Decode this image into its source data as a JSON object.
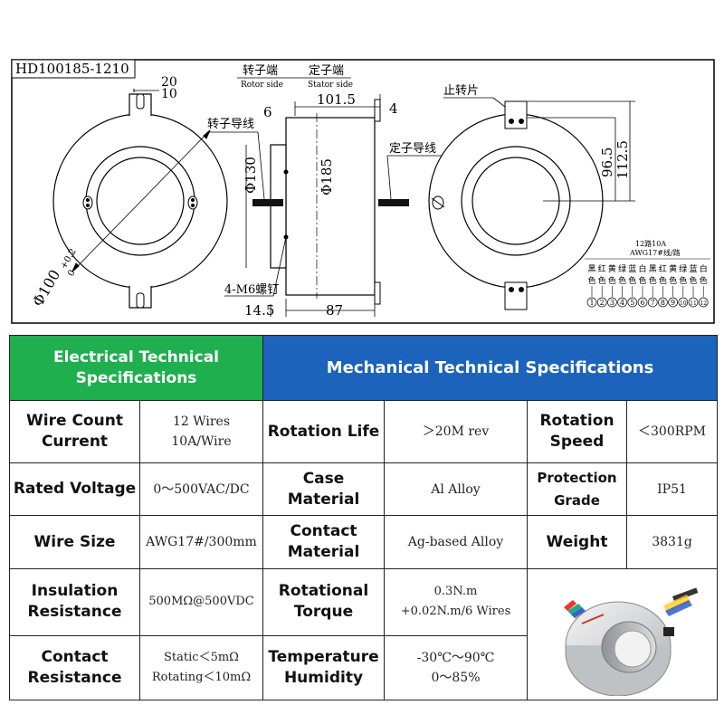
{
  "drawing": {
    "model": "HD100185-1210",
    "rotor_side_cn": "转子端",
    "rotor_side_en": "Rotor side",
    "stator_side_cn": "定子端",
    "stator_side_en": "Stator side",
    "rotor_wire": "转子导线",
    "stator_wire": "定子导线",
    "stop_tab": "止转片",
    "screws": "4-M6螺钉",
    "dims": {
      "slot_20": "20",
      "slot_10": "10",
      "len_101_5": "101.5",
      "d6": "6",
      "d4": "4",
      "dia130": "Φ130",
      "dia185": "Φ185",
      "dia100": "Φ100",
      "tol_plus": "+0.2",
      "tol_zero": "0",
      "d14_5": "14.5",
      "d87": "87",
      "d96_5": "96.5",
      "d112_5": "112.5"
    },
    "wiring": {
      "title": "12路10A",
      "subtitle": "AWG17#线/路",
      "colors_top": [
        "黑",
        "红",
        "黄",
        "绿",
        "蓝",
        "白",
        "黑",
        "红",
        "黄",
        "绿",
        "蓝",
        "白"
      ],
      "colors_bottom": [
        "色",
        "色",
        "色",
        "色",
        "色",
        "色",
        "色",
        "色",
        "色",
        "色",
        "色",
        "色"
      ],
      "numbers": [
        "1",
        "2",
        "3",
        "4",
        "5",
        "6",
        "7",
        "8",
        "9",
        "10",
        "11",
        "12"
      ]
    }
  },
  "table": {
    "electrical_header": "Electrical Technical Specifications",
    "mechanical_header": "Mechanical Technical Specifications",
    "rows": [
      {
        "e_label": [
          "Wire Count",
          "Current"
        ],
        "e_value": [
          "12 Wires",
          "10A/Wire"
        ],
        "m1_label": [
          "Rotation Life"
        ],
        "m1_value": [
          "＞20M rev"
        ],
        "m2_label": [
          "Rotation",
          "Speed"
        ],
        "m2_value": [
          "＜300RPM"
        ]
      },
      {
        "e_label": [
          "Rated Voltage"
        ],
        "e_value": [
          "0～500VAC/DC"
        ],
        "m1_label": [
          "Case Material"
        ],
        "m1_value": [
          "Al Alloy"
        ],
        "m2_label": [
          "Protection",
          "Grade"
        ],
        "m2_value": [
          "IP51"
        ]
      },
      {
        "e_label": [
          "Wire Size"
        ],
        "e_value": [
          "AWG17#/300mm"
        ],
        "m1_label": [
          "Contact",
          "Material"
        ],
        "m1_value": [
          "Ag-based Alloy"
        ],
        "m2_label": [
          "Weight"
        ],
        "m2_value": [
          "3831g"
        ]
      },
      {
        "e_label": [
          "Insulation",
          "Resistance"
        ],
        "e_value": [
          "500MΩ@500VDC"
        ],
        "m1_label": [
          "Rotational",
          "Torque"
        ],
        "m1_value": [
          "0.3N.m",
          "+0.02N.m/6 Wires"
        ]
      },
      {
        "e_label": [
          "Contact",
          "Resistance"
        ],
        "e_value": [
          "Static＜5mΩ",
          "Rotating＜10mΩ"
        ],
        "m1_label": [
          "Temperature",
          "Humidity"
        ],
        "m1_value": [
          "-30℃～90℃",
          "0～85%"
        ]
      }
    ]
  }
}
